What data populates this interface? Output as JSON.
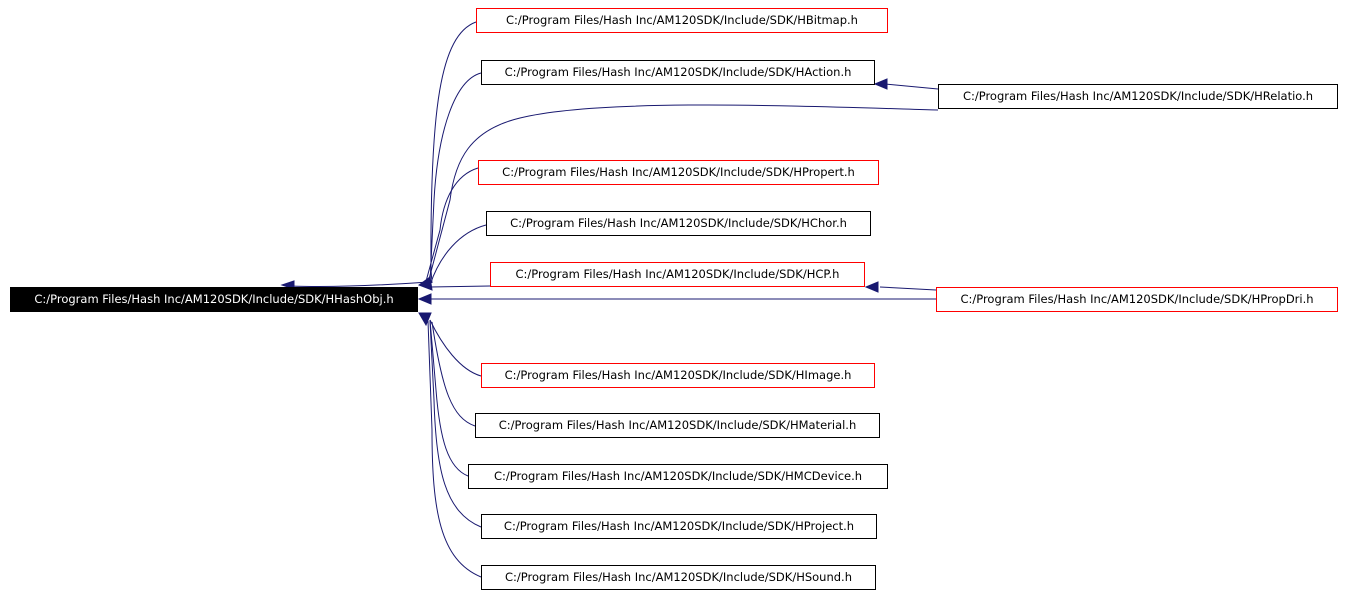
{
  "graph": {
    "colors": {
      "edge": "#191970",
      "border_default": "#000000",
      "border_highlight": "#ff0000",
      "root_fill": "#000000",
      "root_text": "#ffffff"
    },
    "root": {
      "label": "C:/Program Files/Hash Inc/AM120SDK/Include/SDK/HHashObj.h"
    },
    "nodes": [
      {
        "label": "C:/Program Files/Hash Inc/AM120SDK/Include/SDK/HBitmap.h"
      },
      {
        "label": "C:/Program Files/Hash Inc/AM120SDK/Include/SDK/HAction.h"
      },
      {
        "label": "C:/Program Files/Hash Inc/AM120SDK/Include/SDK/HRelatio.h"
      },
      {
        "label": "C:/Program Files/Hash Inc/AM120SDK/Include/SDK/HPropert.h"
      },
      {
        "label": "C:/Program Files/Hash Inc/AM120SDK/Include/SDK/HChor.h"
      },
      {
        "label": "C:/Program Files/Hash Inc/AM120SDK/Include/SDK/HCP.h"
      },
      {
        "label": "C:/Program Files/Hash Inc/AM120SDK/Include/SDK/HPropDri.h"
      },
      {
        "label": "C:/Program Files/Hash Inc/AM120SDK/Include/SDK/HImage.h"
      },
      {
        "label": "C:/Program Files/Hash Inc/AM120SDK/Include/SDK/HMaterial.h"
      },
      {
        "label": "C:/Program Files/Hash Inc/AM120SDK/Include/SDK/HMCDevice.h"
      },
      {
        "label": "C:/Program Files/Hash Inc/AM120SDK/Include/SDK/HProject.h"
      },
      {
        "label": "C:/Program Files/Hash Inc/AM120SDK/Include/SDK/HSound.h"
      }
    ]
  }
}
